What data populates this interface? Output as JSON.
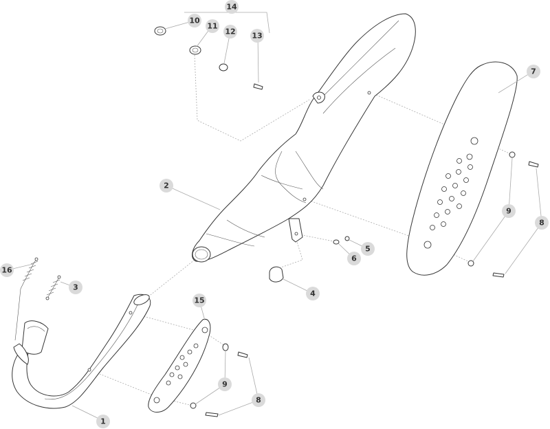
{
  "callouts": [
    {
      "id": "c1",
      "label": "1"
    },
    {
      "id": "c2",
      "label": "2"
    },
    {
      "id": "c3",
      "label": "3"
    },
    {
      "id": "c4",
      "label": "4"
    },
    {
      "id": "c5",
      "label": "5"
    },
    {
      "id": "c6",
      "label": "6"
    },
    {
      "id": "c7",
      "label": "7"
    },
    {
      "id": "c8a",
      "label": "8"
    },
    {
      "id": "c8b",
      "label": "8"
    },
    {
      "id": "c9a",
      "label": "9"
    },
    {
      "id": "c9b",
      "label": "9"
    },
    {
      "id": "c10",
      "label": "10"
    },
    {
      "id": "c11",
      "label": "11"
    },
    {
      "id": "c12",
      "label": "12"
    },
    {
      "id": "c13",
      "label": "13"
    },
    {
      "id": "c14",
      "label": "14"
    },
    {
      "id": "c15",
      "label": "15"
    },
    {
      "id": "c16",
      "label": "16"
    }
  ]
}
